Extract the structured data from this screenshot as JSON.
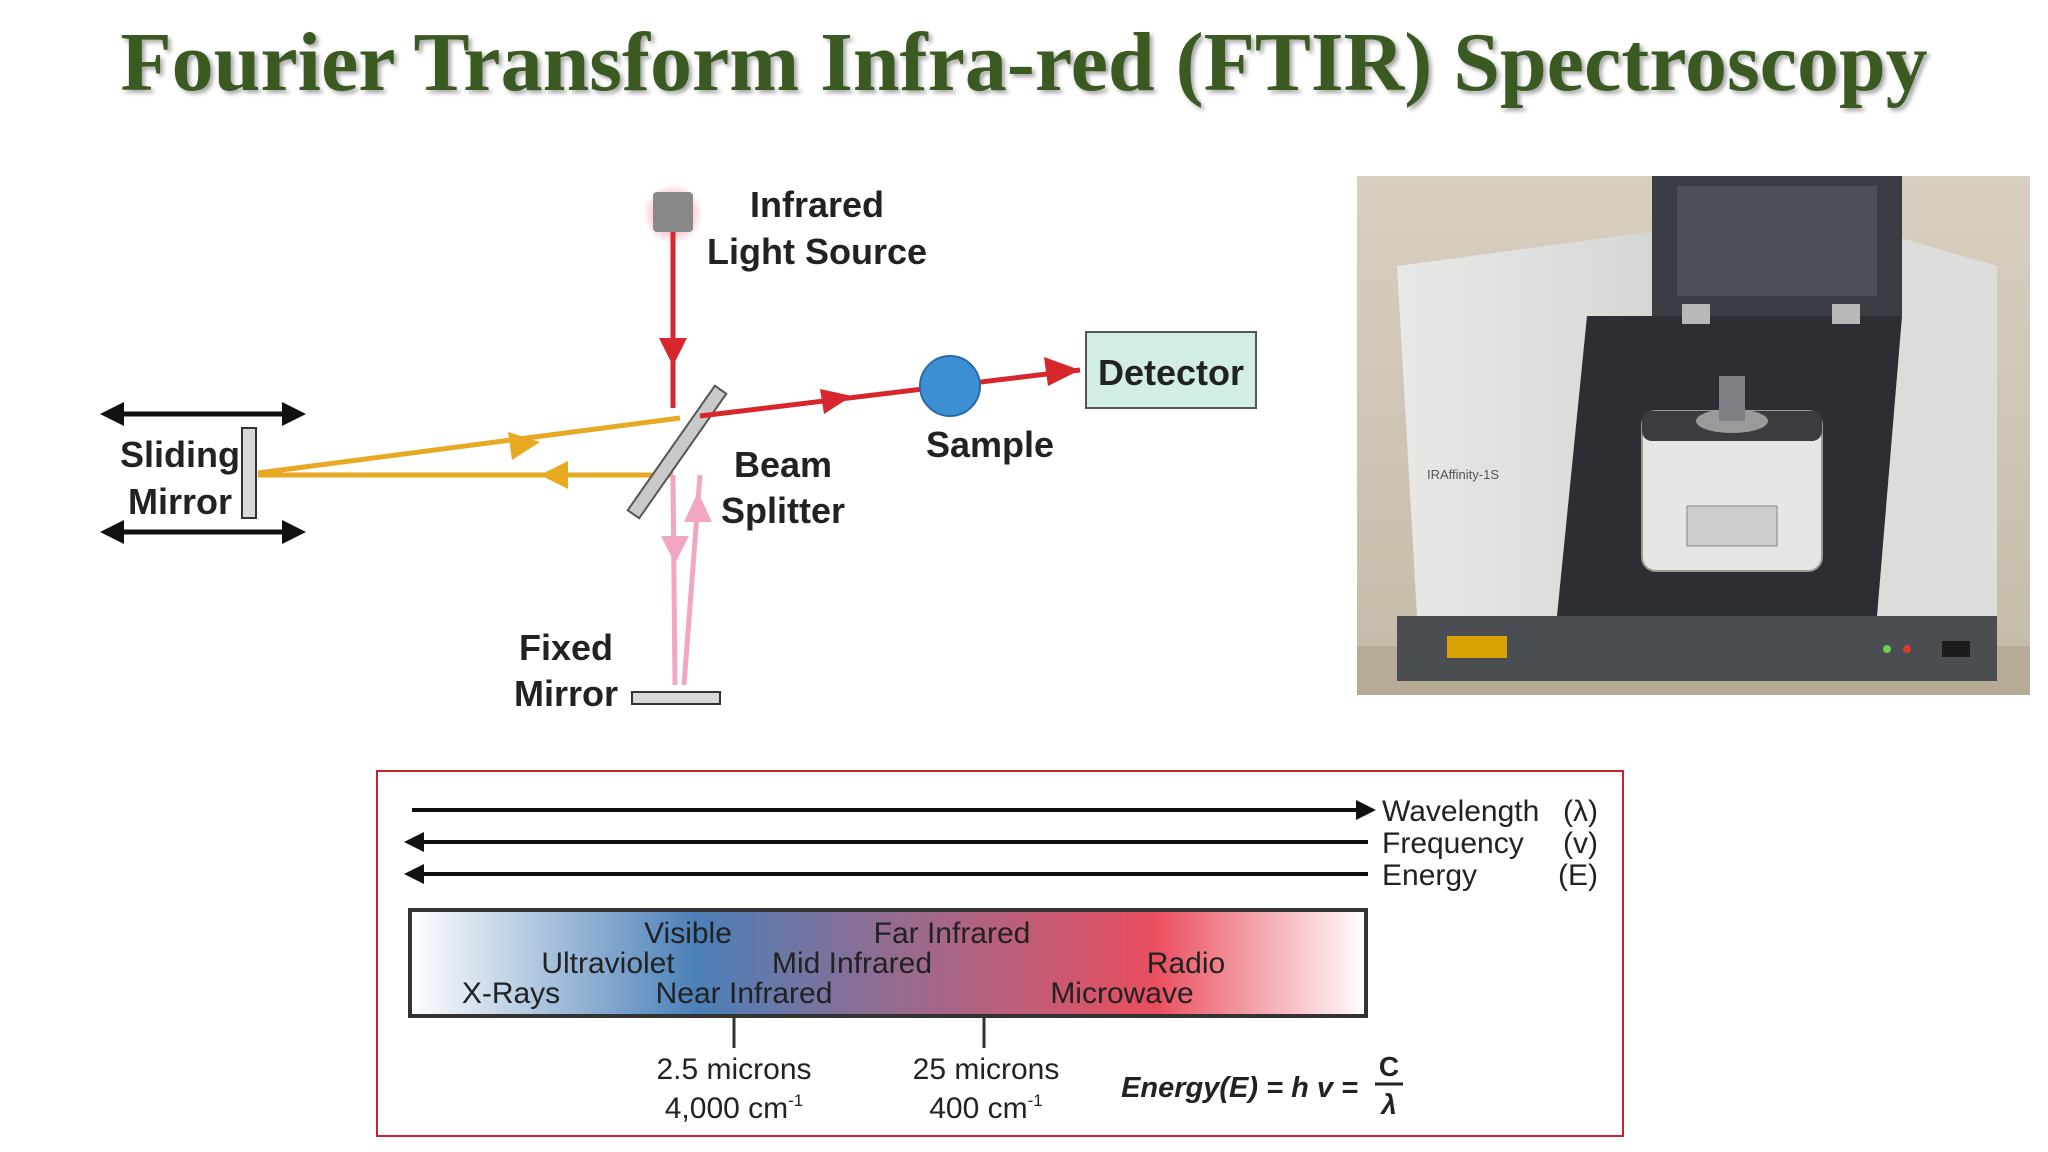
{
  "slide": {
    "title": "Fourier Transform Infra-red (FTIR) Spectroscopy"
  },
  "colors": {
    "title": "#3a5a22",
    "ir_beam": "#d7262c",
    "sliding_beam": "#e8a922",
    "fixed_beam": "#f2a6c4",
    "sample": "#3d8fd4",
    "detector_fill": "#d2ece6",
    "frame": "#c8232c"
  },
  "interferometer": {
    "source_label": [
      "Infrared",
      "Light Source"
    ],
    "detector_label": "Detector",
    "sample_label": "Sample",
    "splitter_label": [
      "Beam",
      "Splitter"
    ],
    "sliding_mirror_label": [
      "Sliding",
      "Mirror"
    ],
    "fixed_mirror_label": [
      "Fixed",
      "Mirror"
    ]
  },
  "photo": {
    "model_text": "IRAffinity-1S",
    "alt": "FTIR spectrometer instrument"
  },
  "spectrum": {
    "axes": [
      {
        "name": "Wavelength",
        "symbol": "(λ)",
        "direction": "right"
      },
      {
        "name": "Frequency",
        "symbol": "(v)",
        "direction": "left"
      },
      {
        "name": "Energy",
        "symbol": "(E)",
        "direction": "left"
      }
    ],
    "regions": [
      "Visible",
      "Far Infrared",
      "Ultraviolet",
      "Mid Infrared",
      "Radio",
      "X-Rays",
      "Near Infrared",
      "Microwave"
    ],
    "markers": [
      {
        "wavelength": "2.5 microns",
        "wavenumber": "4,000 cm",
        "exp": "-1"
      },
      {
        "wavelength": "25 microns",
        "wavenumber": "400 cm",
        "exp": "-1"
      }
    ],
    "equation": {
      "lhs": "Energy(E) =  h v =",
      "num": "C",
      "den": "λ"
    }
  }
}
